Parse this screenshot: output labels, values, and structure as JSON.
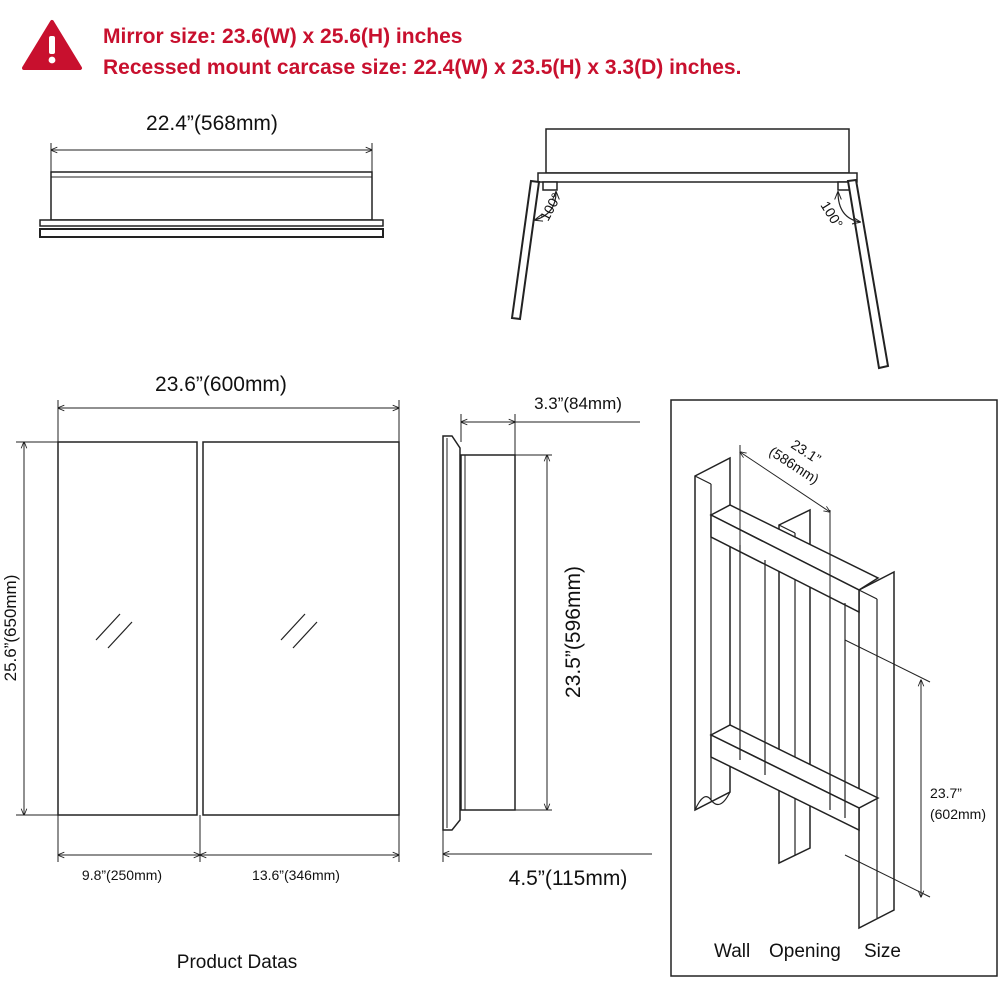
{
  "warning": {
    "icon": "warning-triangle-icon",
    "color": "#c8102e",
    "line1": "Mirror size: 23.6(W) x 25.6(H) inches",
    "line2": "Recessed mount carcase size: 22.4(W) x 23.5(H) x 3.3(D) inches."
  },
  "top_view": {
    "width_label": "22.4”(568mm)"
  },
  "door_view": {
    "angle_left": "100°",
    "angle_right": "100°"
  },
  "front_view": {
    "width_label": "23.6”(600mm)",
    "height_label": "25.6”(650mm)",
    "left_door_label": "9.8”(250mm)",
    "right_door_label": "13.6”(346mm)",
    "caption": "Product Datas"
  },
  "side_view": {
    "depth_label": "3.3”(84mm)",
    "height_label": "23.5”(596mm)",
    "total_depth_label": "4.5”(115mm)"
  },
  "wall_opening": {
    "width_label_line1": "23.1”",
    "width_label_line2": "(586mm)",
    "height_label_line1": "23.7”",
    "height_label_line2": "(602mm)",
    "caption_words": [
      "Wall",
      "Opening",
      "Size"
    ]
  }
}
